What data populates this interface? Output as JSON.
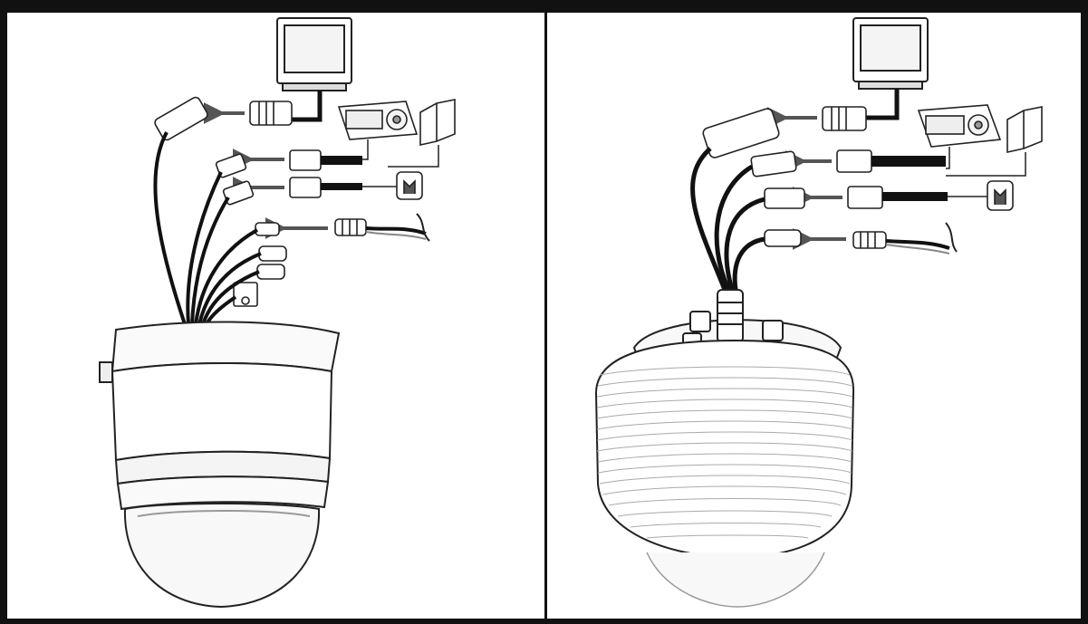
{
  "figure": {
    "panels": [
      {
        "id": "indoor-dome-wiring",
        "connectors": [
          "video-bnc",
          "rs485",
          "alarm",
          "power-dc",
          "audio-in",
          "audio-out",
          "terminal-block"
        ],
        "devices": [
          "monitor-icon",
          "controller-keyboard-icon",
          "manual-book-icon",
          "power-adapter-icon",
          "power-cable-icon"
        ]
      },
      {
        "id": "outdoor-dome-wiring",
        "connectors": [
          "video-bnc",
          "rs485",
          "alarm",
          "power-dc"
        ],
        "devices": [
          "monitor-icon",
          "controller-keyboard-icon",
          "manual-book-icon",
          "power-adapter-icon",
          "power-cable-icon"
        ]
      }
    ],
    "colors": {
      "frame": "#111111",
      "line": "#222222",
      "arrow": "#555555",
      "fill_light": "#f4f4f4"
    }
  }
}
